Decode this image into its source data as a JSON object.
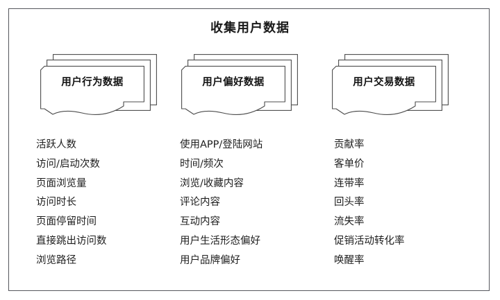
{
  "title": "收集用户数据",
  "columns": [
    {
      "header": "用户行为数据",
      "items": [
        "活跃人数",
        "访问/启动次数",
        "页面浏览量",
        "访问时长",
        "页面停留时间",
        "直接跳出访问数",
        "浏览路径"
      ]
    },
    {
      "header": "用户偏好数据",
      "items": [
        "使用APP/登陆网站",
        "时间/频次",
        "浏览/收藏内容",
        "评论内容",
        "互动内容",
        "用户生活形态偏好",
        "用户品牌偏好"
      ]
    },
    {
      "header": "用户交易数据",
      "items": [
        "贡献率",
        "客单价",
        "连带率",
        "回头率",
        "流失率",
        "促销活动转化率",
        "唤醒率"
      ]
    }
  ],
  "colors": {
    "background": "#ffffff",
    "frame_border": "#55565c",
    "card_stroke": "#4c4c4c",
    "title_text": "#1a1a1a",
    "item_text": "#1d1d1d"
  }
}
